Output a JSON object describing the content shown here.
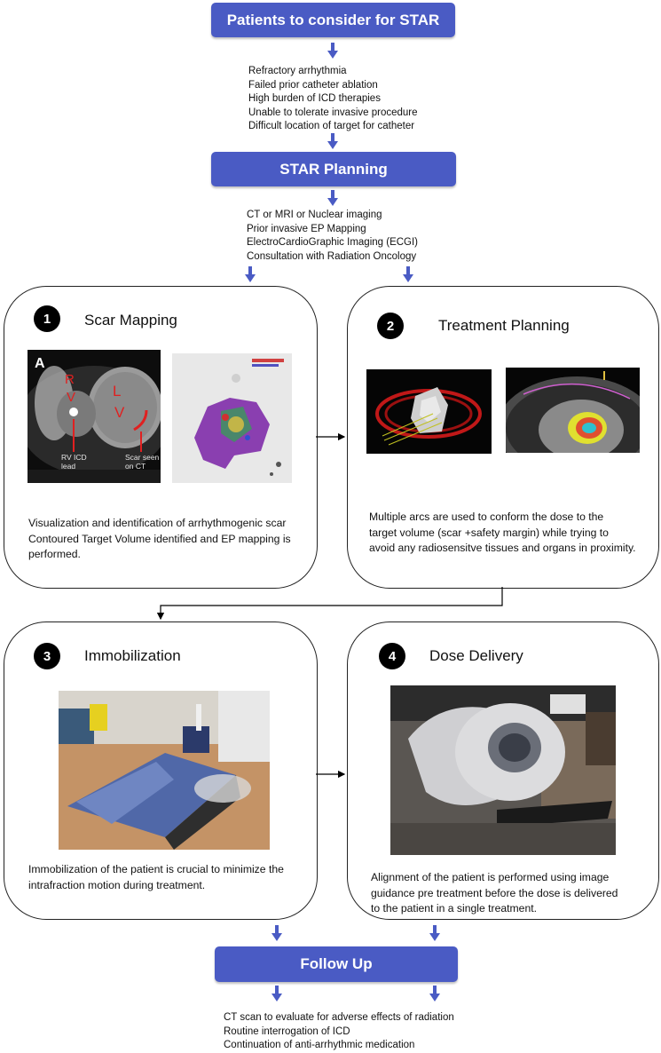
{
  "headers": {
    "patients": "Patients to consider for STAR",
    "planning": "STAR Planning",
    "followup": "Follow Up"
  },
  "patients_list": [
    "Refractory arrhythmia",
    "Failed prior catheter ablation",
    "High burden of ICD therapies",
    "Unable to tolerate invasive procedure",
    "Difficult location of target for catheter"
  ],
  "planning_list": [
    "CT or MRI or Nuclear imaging",
    "Prior invasive EP Mapping",
    "ElectroCardioGraphic Imaging (ECGI)",
    "Consultation with Radiation Oncology"
  ],
  "followup_list": [
    "CT scan to evaluate for adverse effects of radiation",
    "Routine interrogation of ICD",
    "Continuation of anti-arrhythmic medication"
  ],
  "panels": [
    {
      "number": "1",
      "title": "Scar Mapping",
      "ct_labels": {
        "panel_letter": "A",
        "r": "R",
        "v_left": "V",
        "l": "L",
        "v_right": "V",
        "lead": "RV ICD\nlead",
        "scar": "Scar seen\non CT"
      },
      "description": [
        "Visualization and identification of arrhythmogenic scar",
        "Contoured Target Volume identified and EP mapping is",
        "performed."
      ]
    },
    {
      "number": "2",
      "title": "Treatment Planning",
      "description": [
        "Multiple arcs are used to conform the dose to the",
        "target volume (scar +safety margin) while trying to",
        "avoid any radiosensitve tissues and organs in proximity."
      ]
    },
    {
      "number": "3",
      "title": "Immobilization",
      "description": [
        "Immobilization of the patient is crucial to minimize the",
        "intrafraction motion during treatment."
      ]
    },
    {
      "number": "4",
      "title": "Dose Delivery",
      "description": [
        "Alignment of the patient is performed using image",
        "guidance pre treatment before the dose is delivered",
        "to the patient in a single treatment."
      ]
    }
  ],
  "colors": {
    "header_bg": "#4a5bc4",
    "arrow": "#4a5bc4",
    "badge": "#000000"
  }
}
